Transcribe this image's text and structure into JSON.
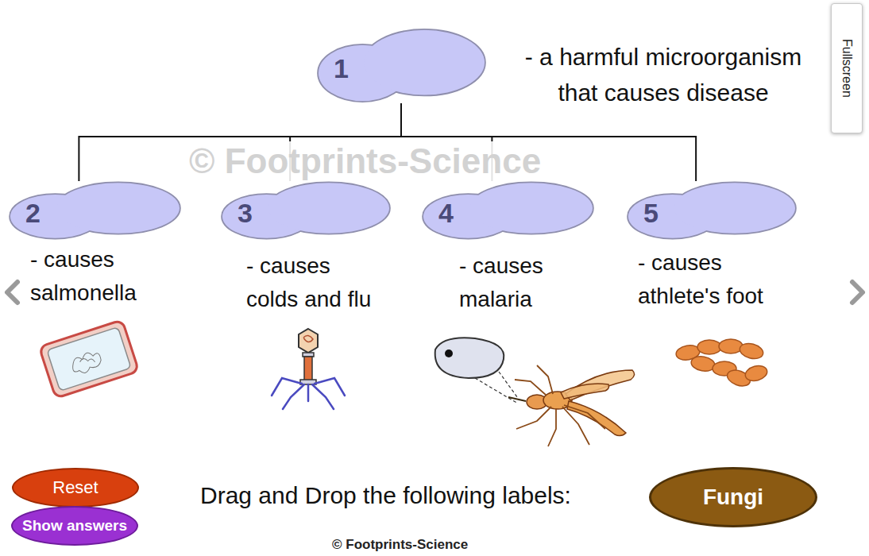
{
  "diagram": {
    "nodes": [
      {
        "text": [
          "1",
          "- a harmful microorganism that causes disease"
        ]
      },
      {
        "text": [
          "2",
          "- causes salmonella"
        ]
      },
      {
        "text": [
          "3",
          "- causes colds and flu"
        ]
      },
      {
        "text": [
          "4",
          "- causes malaria"
        ]
      },
      {
        "text": [
          "5",
          "- causes athlete's foot"
        ]
      }
    ],
    "edges": [
      {
        "from": 0,
        "to": 1,
        "arrow": "none"
      },
      {
        "from": 0,
        "to": 2,
        "arrow": "none"
      },
      {
        "from": 0,
        "to": 3,
        "arrow": "none"
      },
      {
        "from": 0,
        "to": 4,
        "arrow": "none"
      }
    ],
    "labels": [
      "© Footprints-Science",
      "Fullscreen",
      "Reset",
      "Show answers",
      "Drag and Drop the following labels:",
      "Fungi",
      "© Footprints-Science"
    ]
  }
}
